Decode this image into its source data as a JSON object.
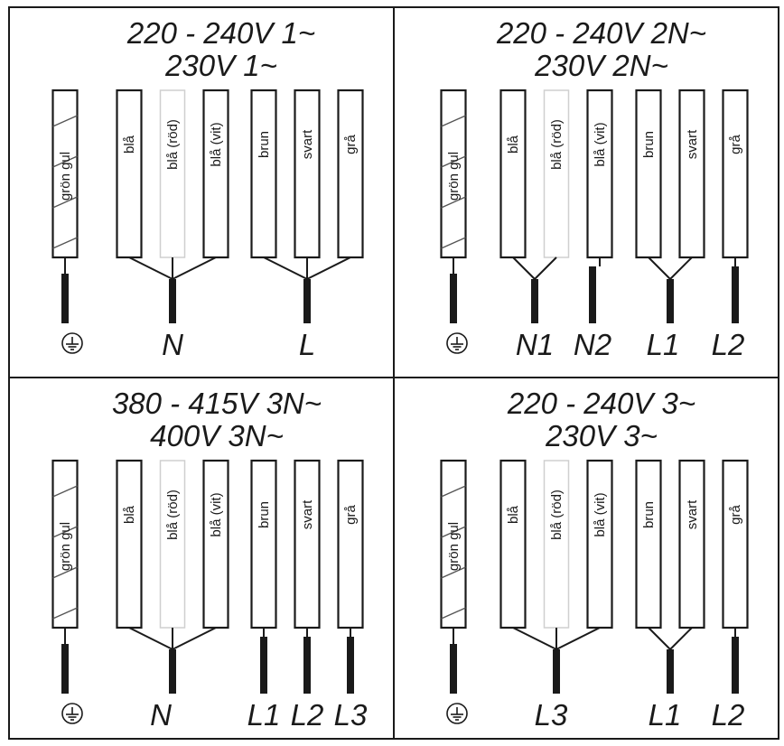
{
  "panels": [
    {
      "heading_line1": "220 - 240V 1~",
      "heading_line2": "230V 1~",
      "wires": [
        "grön gul",
        "blå",
        "blå (röd)",
        "blå (vit)",
        "brun",
        "svart",
        "grå"
      ],
      "terminals": [
        "N",
        "L"
      ]
    },
    {
      "heading_line1": "220 - 240V 2N~",
      "heading_line2": "230V 2N~",
      "wires": [
        "grön gul",
        "blå",
        "blå (röd)",
        "blå (vit)",
        "brun",
        "svart",
        "grå"
      ],
      "terminals": [
        "N1",
        "N2",
        "L1",
        "L2"
      ]
    },
    {
      "heading_line1": "380 - 415V 3N~",
      "heading_line2": "400V 3N~",
      "wires": [
        "grön gul",
        "blå",
        "blå (röd)",
        "blå (vit)",
        "brun",
        "svart",
        "grå"
      ],
      "terminals": [
        "N",
        "L1",
        "L2",
        "L3"
      ]
    },
    {
      "heading_line1": "220 - 240V 3~",
      "heading_line2": "230V 3~",
      "wires": [
        "grön gul",
        "blå",
        "blå (röd)",
        "blå (vit)",
        "brun",
        "svart",
        "grå"
      ],
      "terminals": [
        "L3",
        "L1",
        "L2"
      ]
    }
  ],
  "icons": {
    "earth": "earth-ground-icon"
  }
}
